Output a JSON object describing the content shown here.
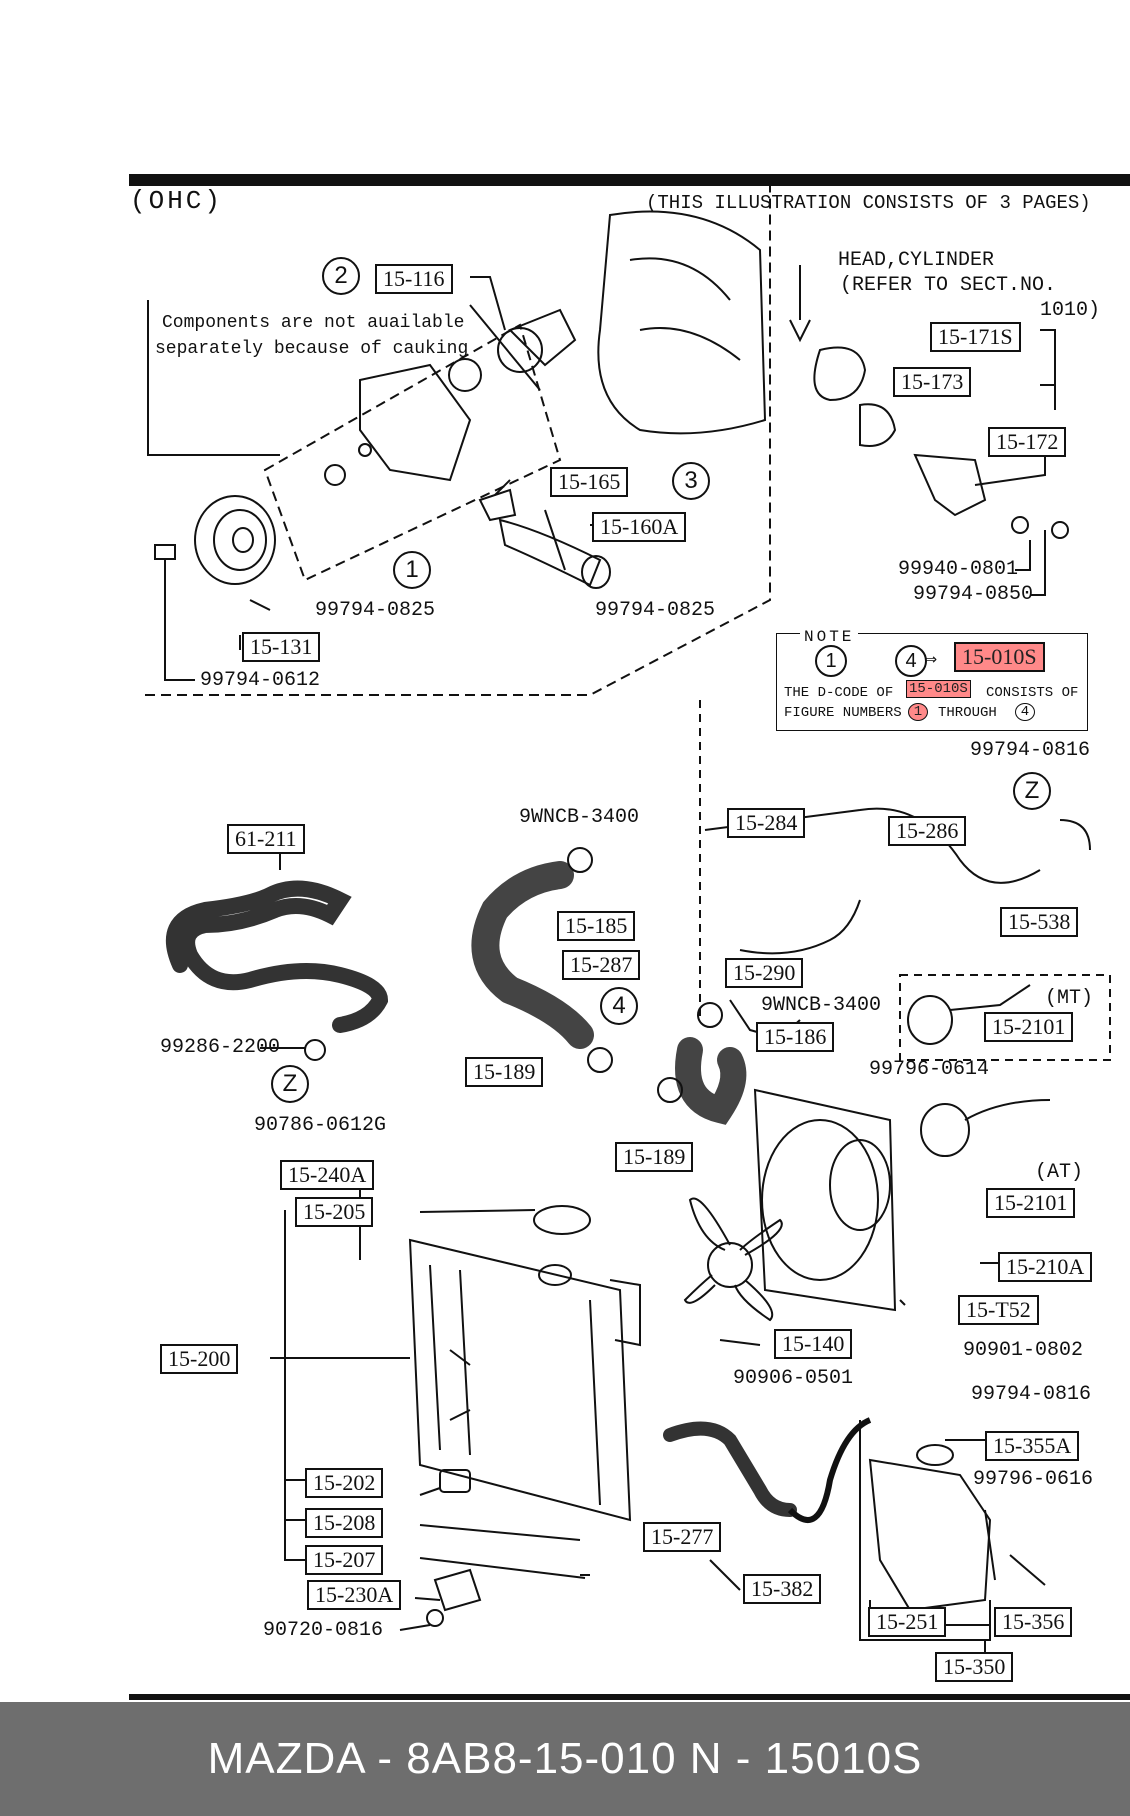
{
  "header": {
    "section": "(OHC)",
    "pages_note": "(THIS ILLUSTRATION CONSISTS OF  3 PAGES)",
    "head_cylinder": "HEAD,CYLINDER",
    "refer": "(REFER TO SECT.NO.",
    "refer_num": "1010)"
  },
  "callout_text": {
    "components_line1": "Components are not auailable",
    "components_line2": "separately because of cauking",
    "mt": "(MT)",
    "at": "(AT)"
  },
  "note": {
    "title": "NOTE",
    "from": "1",
    "to": "4",
    "arrow": "⇒",
    "code": "15-010S",
    "line2_prefix": "THE D-CODE OF",
    "line2_code": "15-010S",
    "line2_suffix": "CONSISTS OF",
    "line3_prefix": "FIGURE NUMBERS",
    "line3_from": "1",
    "line3_mid": "THROUGH",
    "line3_to": "4"
  },
  "circled": {
    "c1": "1",
    "c2": "2",
    "c3": "3",
    "c4": "4",
    "cz1": "Z",
    "cz2": "Z"
  },
  "parts": {
    "p15_116": "15-116",
    "p15_165": "15-165",
    "p15_160A": "15-160A",
    "p15_131": "15-131",
    "p15_171S": "15-171S",
    "p15_173": "15-173",
    "p15_172": "15-172",
    "p15_010S": "15-010S",
    "p61_211": "61-211",
    "p15_185": "15-185",
    "p15_287": "15-287",
    "p15_284": "15-284",
    "p15_286": "15-286",
    "p15_538": "15-538",
    "p15_290": "15-290",
    "p15_186": "15-186",
    "p15_2101_mt": "15-2101",
    "p15_2101_at": "15-2101",
    "p15_189a": "15-189",
    "p15_189b": "15-189",
    "p15_240A": "15-240A",
    "p15_205": "15-205",
    "p15_210A": "15-210A",
    "p15_T52": "15-T52",
    "p15_200": "15-200",
    "p15_140": "15-140",
    "p15_355A": "15-355A",
    "p15_202": "15-202",
    "p15_208": "15-208",
    "p15_207": "15-207",
    "p15_277": "15-277",
    "p15_230A": "15-230A",
    "p15_382": "15-382",
    "p15_251": "15-251",
    "p15_356": "15-356",
    "p15_350": "15-350"
  },
  "bolts": {
    "b99794_0825a": "99794-0825",
    "b99794_0825b": "99794-0825",
    "b99794_0612": "99794-0612",
    "b99940_0801": "99940-0801",
    "b99794_0850": "99794-0850",
    "b99794_0816a": "99794-0816",
    "b9WNCB_3400a": "9WNCB-3400",
    "b9WNCB_3400b": "9WNCB-3400",
    "b99796_0614": "99796-0614",
    "b99286_2200": "99286-2200",
    "b90786_0612G": "90786-0612G",
    "b90901_0802": "90901-0802",
    "b90906_0501": "90906-0501",
    "b99794_0816b": "99794-0816",
    "b99796_0616": "99796-0616",
    "b90720_0816": "90720-0816"
  },
  "footer": {
    "text": "MAZDA - 8AB8-15-010      N - 15010S"
  },
  "colors": {
    "highlight": "#ff2828",
    "footer_bg": "#6e6e6e",
    "footer_text": "#ffffff"
  }
}
